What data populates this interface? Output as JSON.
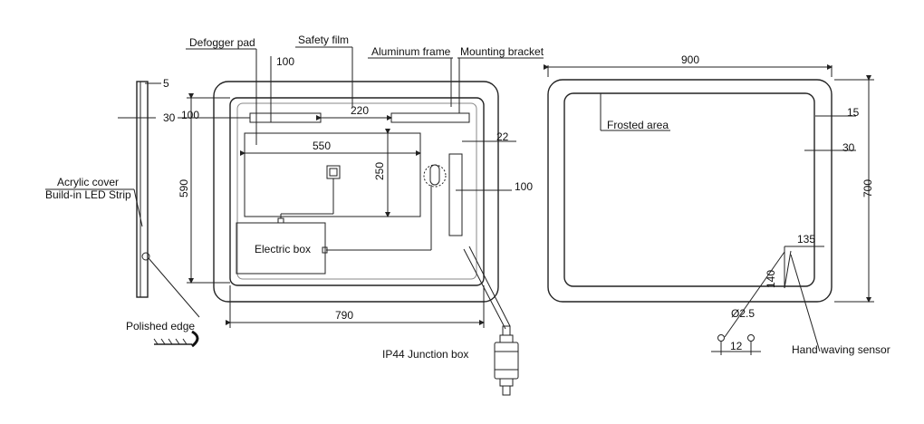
{
  "side_view": {
    "labels": {
      "acrylic_cover": "Acrylic cover",
      "led_strip": "Build-in LED Strip",
      "polished_edge": "Polished edge"
    },
    "dims": {
      "top_thickness": "5",
      "depth": "30"
    }
  },
  "back_view": {
    "labels": {
      "defogger_pad": "Defogger pad",
      "safety_film": "Safety film",
      "aluminum_frame": "Aluminum frame",
      "mounting_bracket": "Mounting bracket",
      "electric_box": "Electric box",
      "junction_box": "IP44 Junction box"
    },
    "dims": {
      "d100_top": "100",
      "d100_left": "100",
      "d220": "220",
      "d22": "22",
      "d550": "550",
      "d250": "250",
      "d590": "590",
      "d100_right": "100",
      "d790": "790"
    }
  },
  "front_view": {
    "labels": {
      "frosted_area": "Frosted area",
      "hand_sensor": "Hand waving sensor"
    },
    "dims": {
      "width": "900",
      "height": "700",
      "d15": "15",
      "d30": "30",
      "d135": "135",
      "d140": "140",
      "diam": "Ø2.5",
      "d12": "12"
    }
  }
}
